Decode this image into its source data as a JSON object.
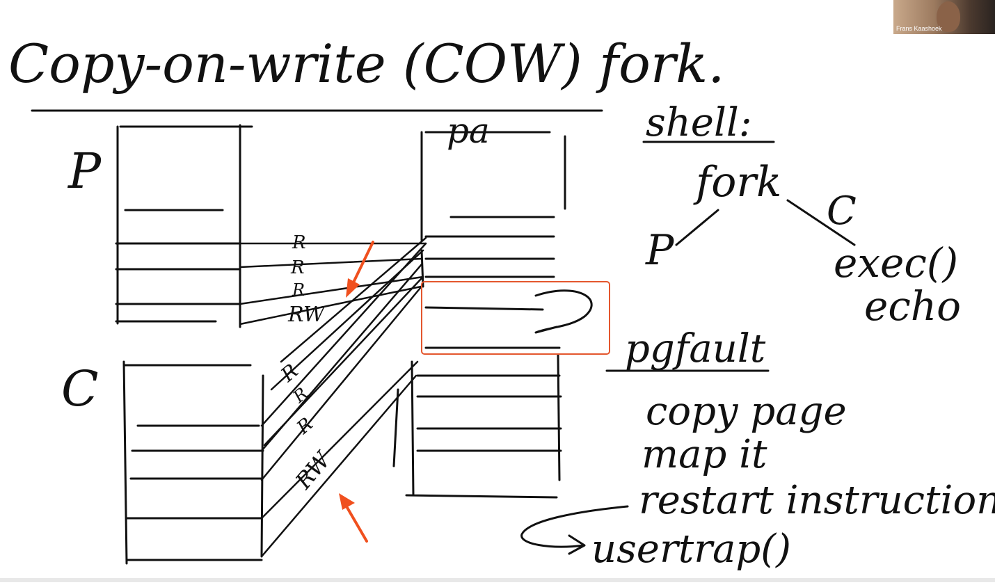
{
  "whiteboard": {
    "title": "Copy-on-write (COW) fork.",
    "parent_label": "P",
    "child_label": "C",
    "physical_label": "pa",
    "parent_pte_flags": [
      "R",
      "R",
      "R",
      "RW"
    ],
    "child_pte_flags": [
      "R",
      "R",
      "R",
      "RW"
    ],
    "shell_heading": "shell:",
    "shell_fork": "fork",
    "shell_p": "P",
    "shell_c": "C",
    "shell_exec": "exec()",
    "shell_echo": "echo",
    "pgfault_heading": "pgfault",
    "pgfault_steps": [
      "copy page",
      "map it",
      "restart instruction"
    ],
    "usertrap": "usertrap()"
  },
  "annotations": {
    "highlight_color": "#e4572e",
    "arrow_color": "#f0501e"
  },
  "video": {
    "participant_name": "Frans Kaashoek"
  }
}
